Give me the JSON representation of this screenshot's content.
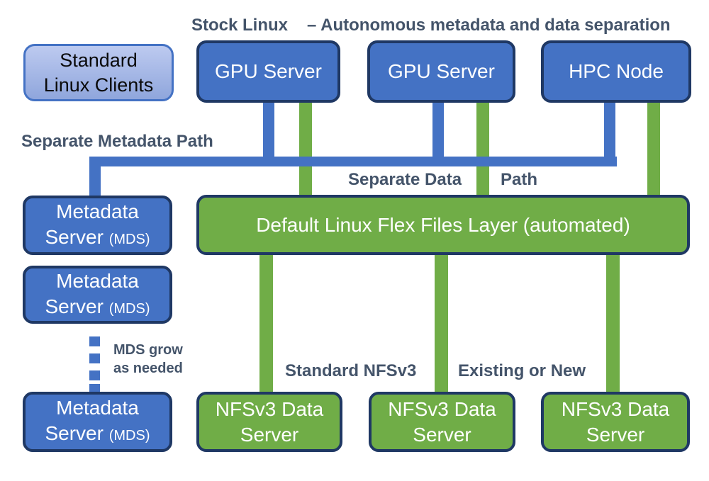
{
  "title": {
    "part1": "Stock Linux",
    "part2": "– Autonomous metadata and data separation"
  },
  "colors": {
    "blue": "#4472C4",
    "green": "#70AD47",
    "dark_border": "#1F3864",
    "light_blue_top": "#BDCAF0",
    "light_blue_bottom": "#8FA6DC",
    "label_text": "#44546A"
  },
  "nodes": {
    "clients": {
      "line1": "Standard",
      "line2": "Linux Clients"
    },
    "gpu_server": "GPU Server",
    "hpc_node": "HPC Node",
    "flex_layer": "Default Linux Flex Files Layer (automated)",
    "mds": {
      "line1": "Metadata",
      "line2": "Server",
      "paren": "(MDS)"
    },
    "nfs": {
      "line1": "NFSv3 Data",
      "line2": "Server"
    }
  },
  "labels": {
    "separate_metadata_path": "Separate Metadata Path",
    "separate_data": "Separate Data",
    "path": "Path",
    "standard_nfsv3": "Standard NFSv3",
    "existing_or_new": "Existing or New",
    "mds_grow_line1": "MDS grow",
    "mds_grow_line2": "as needed"
  }
}
